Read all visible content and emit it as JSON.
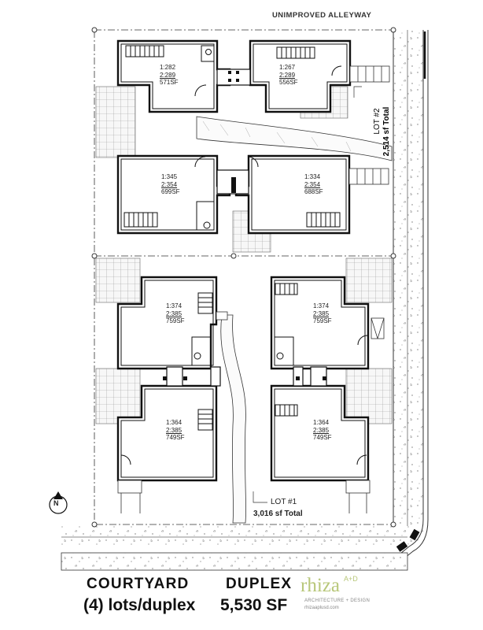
{
  "alley_label": "UNIMPROVED ALLEYWAY",
  "units": [
    {
      "l1": "1:282",
      "l2": "2:289",
      "area": "571SF"
    },
    {
      "l1": "1:267",
      "l2": "2:289",
      "area": "556SF"
    },
    {
      "l1": "1:345",
      "l2": "2:354",
      "area": "699SF"
    },
    {
      "l1": "1:334",
      "l2": "2:354",
      "area": "688SF"
    },
    {
      "l1": "1:374",
      "l2": "2:385",
      "area": "759SF"
    },
    {
      "l1": "1:374",
      "l2": "2:385",
      "area": "759SF"
    },
    {
      "l1": "1:364",
      "l2": "2:385",
      "area": "749SF"
    },
    {
      "l1": "1:364",
      "l2": "2:385",
      "area": "749SF"
    }
  ],
  "lot2": {
    "label": "LOT #2",
    "total": "2,514 sf Total"
  },
  "lot1": {
    "label": "LOT #1",
    "total": "3,016 sf Total"
  },
  "north_label": "N",
  "title": {
    "word1": "COURTYARD",
    "word2": "DUPLEX",
    "lots": "(4) lots/duplex",
    "area": "5,530 SF"
  },
  "logo": {
    "word": "rhiza",
    "superscript": "A+D",
    "tagline": "ARCHITECTURE + DESIGN",
    "url": "rhizaaplusd.com"
  }
}
